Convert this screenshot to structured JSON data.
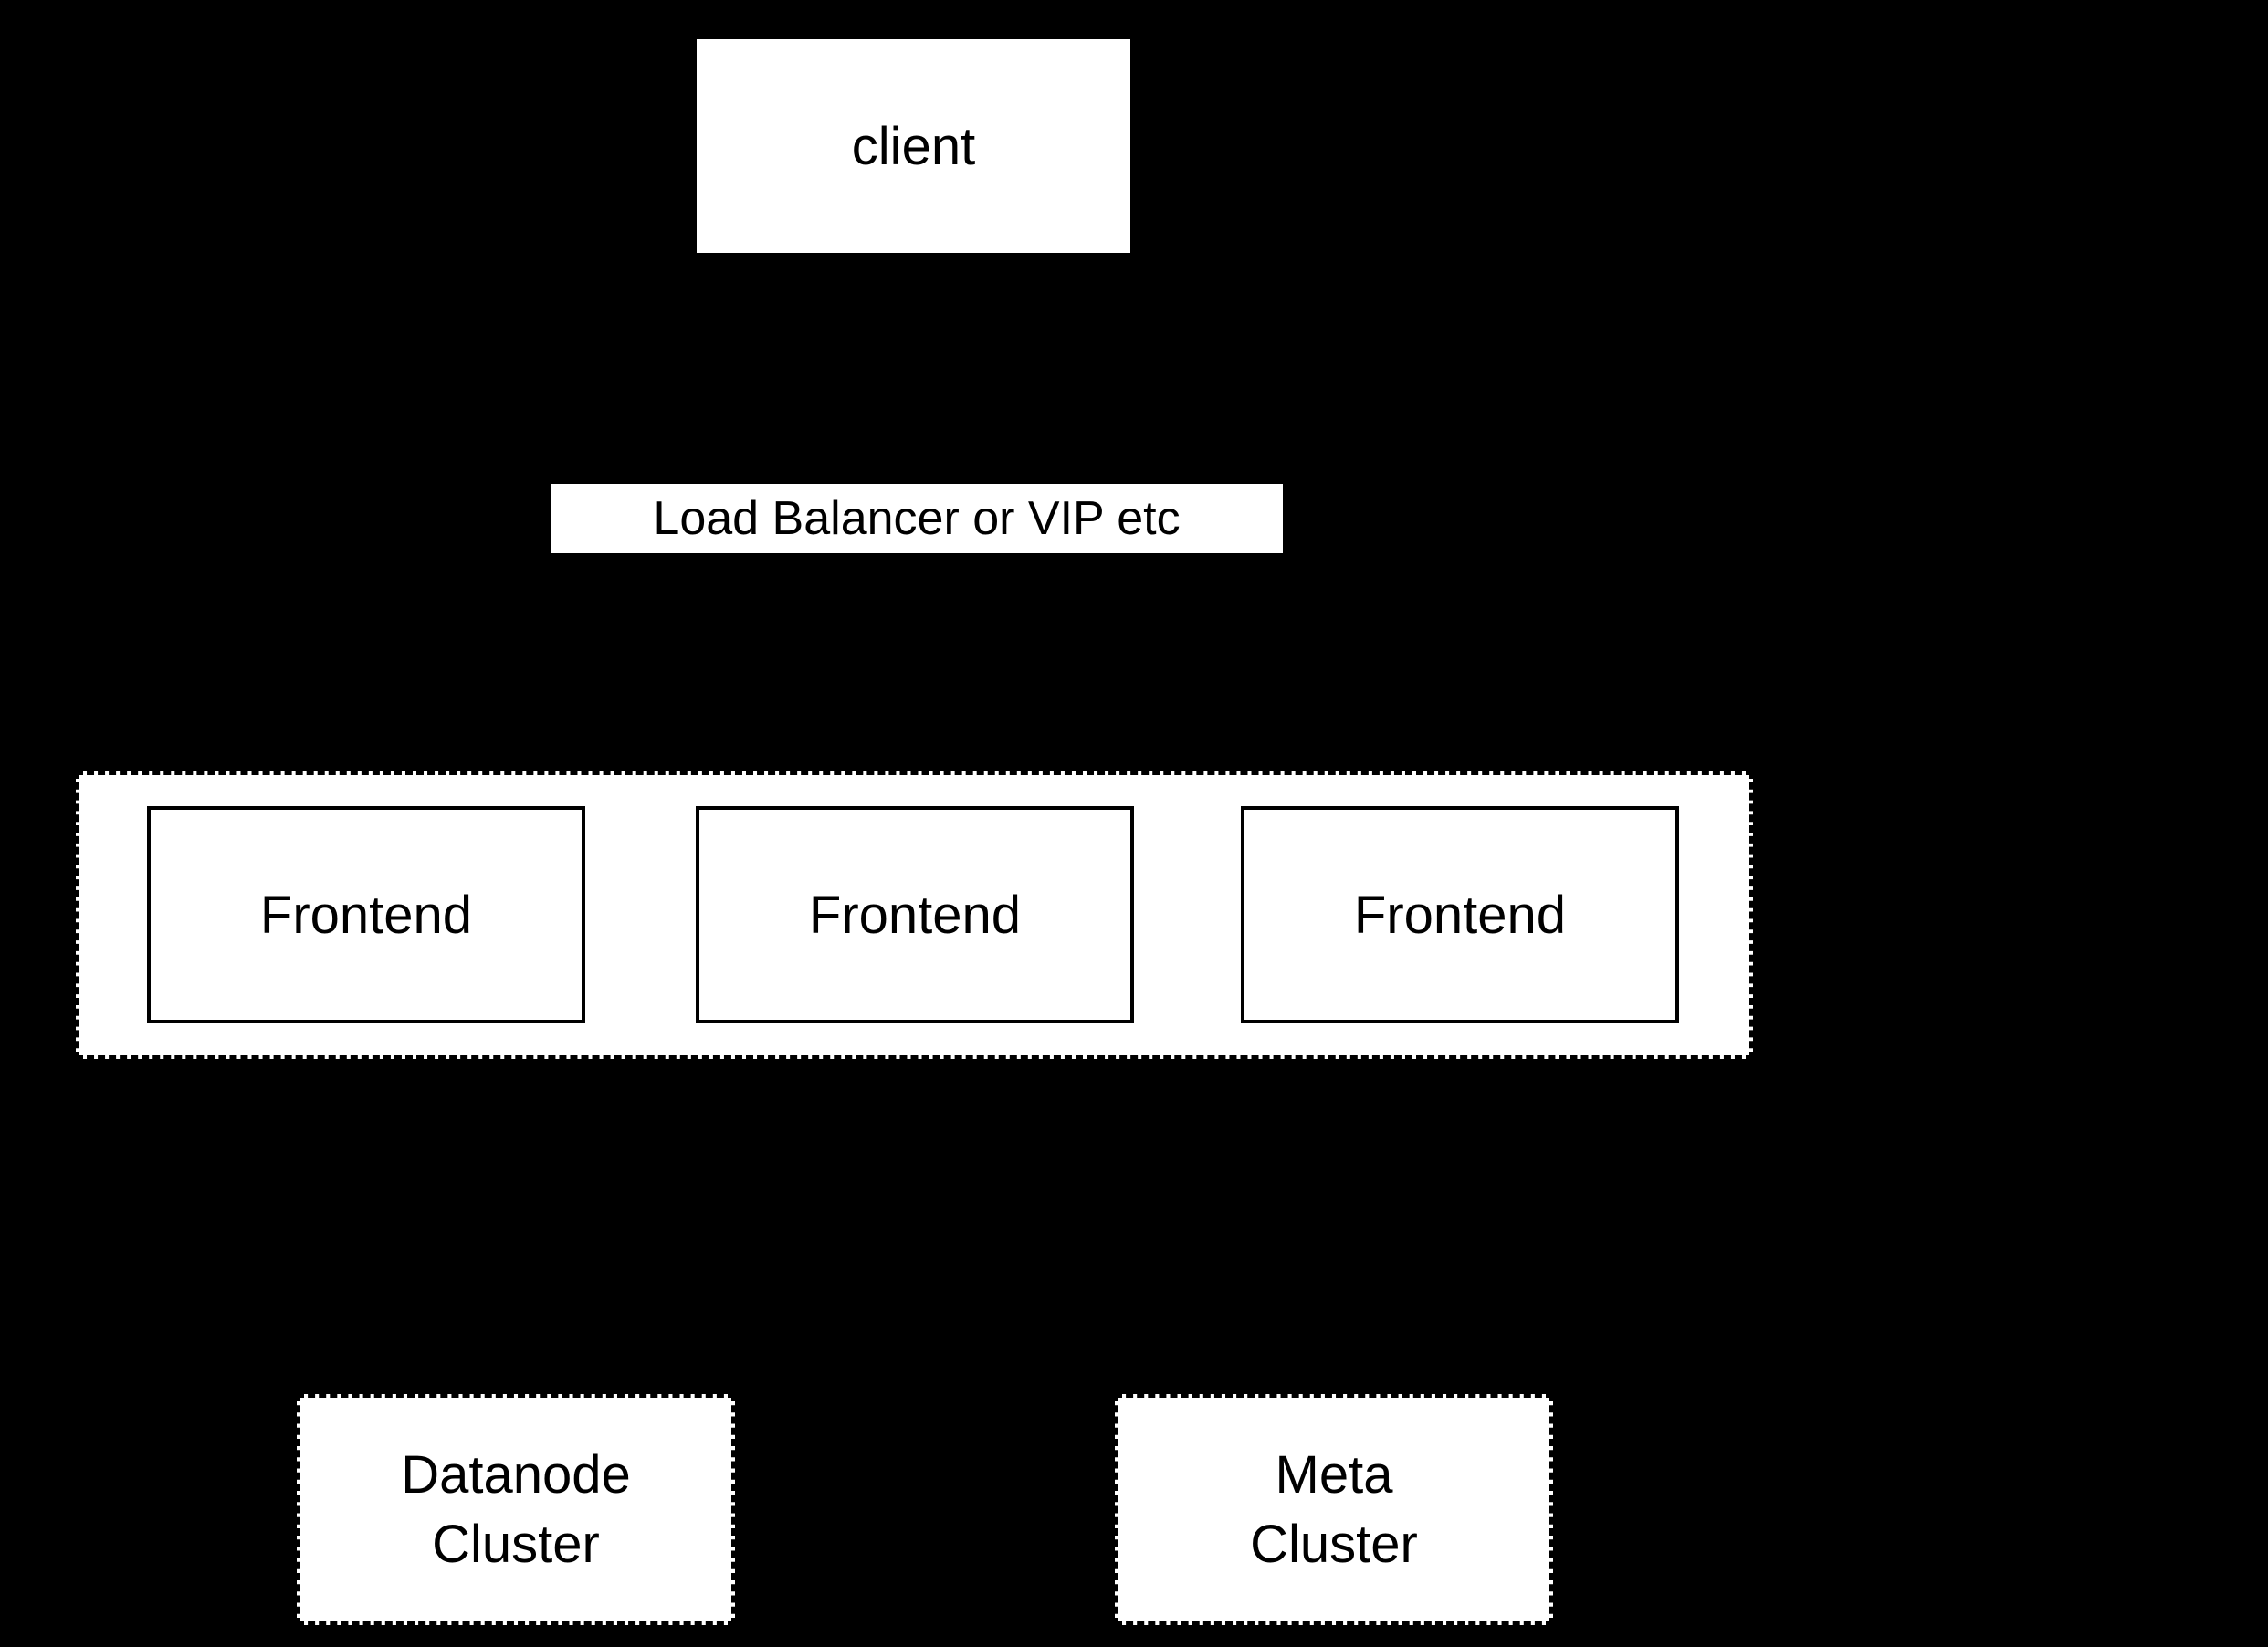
{
  "diagram": {
    "title": "client / load balancer / frontend / cluster architecture diagram"
  },
  "colors": {
    "background": "#000000",
    "node_fill": "#ffffff",
    "node_border": "#000000",
    "node_text": "#000000"
  },
  "nodes": {
    "client": {
      "label": "client"
    },
    "load_balancer": {
      "label": "Load Balancer or VIP etc"
    },
    "frontends": [
      {
        "label": "Frontend"
      },
      {
        "label": "Frontend"
      },
      {
        "label": "Frontend"
      }
    ],
    "datanode_cluster": {
      "line1": "Datanode",
      "line2": "Cluster"
    },
    "meta_cluster": {
      "line1": "Meta",
      "line2": "Cluster"
    }
  }
}
